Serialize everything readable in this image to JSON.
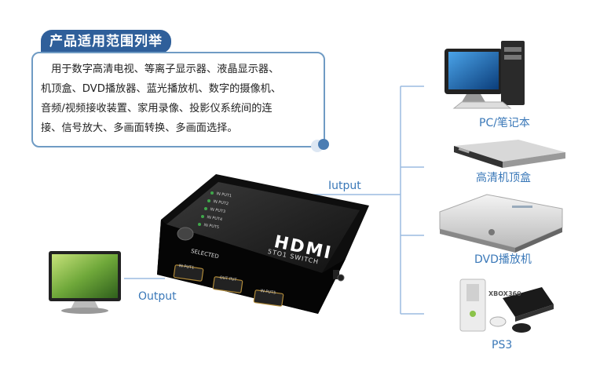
{
  "header": {
    "title": "产品适用范围列举"
  },
  "description": {
    "lines": [
      "　用于数字高清电视、等离子显示器、液晶显示器、",
      "机顶盒、DVD播放器、蓝光播放机、数字的摄像机、",
      "音频/视频接收装置、家用录像、投影仪系统间的连",
      "接、信号放大、多画面转换、多画面选择。"
    ]
  },
  "connections": {
    "input_label": "Iutput",
    "output_label": "Output"
  },
  "device": {
    "brand": "HDMI",
    "model": "5TO1 SWITCH",
    "selected_label": "SELECTED",
    "leds": [
      "IN PUT1",
      "IN PUT2",
      "IN PUT3",
      "IN PUT4",
      "IN PUT5"
    ],
    "ports": [
      "IN PUT1",
      "OUT PUT",
      "IN PUT5"
    ]
  },
  "sources": [
    {
      "label": "PC/笔记本",
      "icon": "pc-icon"
    },
    {
      "label": "高清机顶盒",
      "icon": "set-top-box-icon"
    },
    {
      "label": "DVD播放机",
      "icon": "dvd-player-icon"
    },
    {
      "label": "PS3",
      "icon": "game-console-icon"
    }
  ],
  "console_logo": "XBOX360",
  "colors": {
    "accent": "#2f5f9a",
    "border": "#6f9bc4",
    "label": "#3a78b8",
    "line": "#9bbbe0"
  }
}
